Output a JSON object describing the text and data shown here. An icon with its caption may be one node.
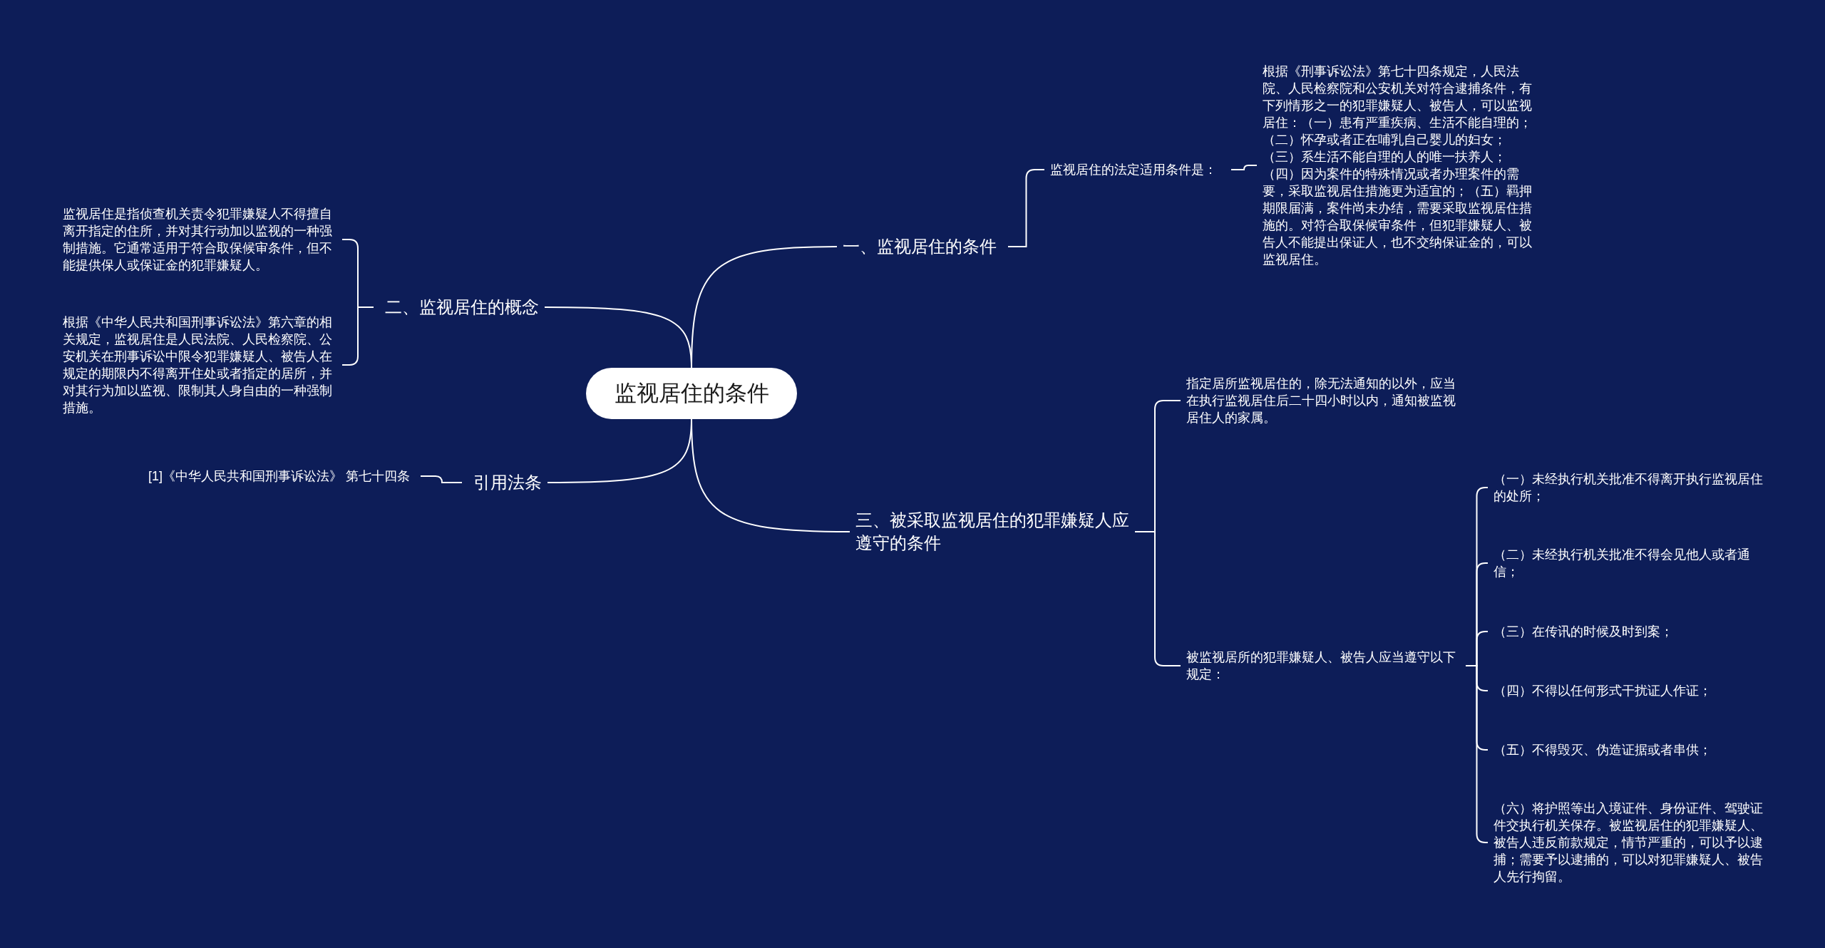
{
  "diagram": {
    "nodes": [
      {
        "text": [
          "监视居住的条件"
        ]
      },
      {
        "text": [
          "一、监视居住的条件"
        ]
      },
      {
        "text": [
          "监视居住的法定适用条件是："
        ]
      },
      {
        "text": [
          "根据《刑事诉讼法》第七十四条规定，人民法院、人民检察院和公安机关对符合逮捕条件，有下列情形之一的犯罪嫌疑人、被告人，可以监视居住：（一）患有严重疾病、生活不能自理的；（二）怀孕或者正在哺乳自己婴儿的妇女；（三）系生活不能自理的人的唯一扶养人；（四）因为案件的特殊情况或者办理案件的需要，采取监视居住措施更为适宜的；（五）羁押期限届满，案件尚未办结，需要采取监视居住措施的。对符合取保候审条件，但犯罪嫌疑人、被告人不能提出保证人，也不交纳保证金的，可以监视居住。"
        ]
      },
      {
        "text": [
          "二、监视居住的概念"
        ]
      },
      {
        "text": [
          "监视居住是指侦查机关责令犯罪嫌疑人不得擅自离开指定的住所，并对其行动加以监视的一种强制措施。它通常适用于符合取保候审条件，但不能提供保人或保证金的犯罪嫌疑人。"
        ]
      },
      {
        "text": [
          "根据《中华人民共和国刑事诉讼法》第六章的相关规定，监视居住是人民法院、人民检察院、公安机关在刑事诉讼中限令犯罪嫌疑人、被告人在规定的期限内不得离开住处或者指定的居所，并对其行为加以监视、限制其人身自由的一种强制措施。"
        ]
      },
      {
        "text": [
          "引用法条"
        ]
      },
      {
        "text": [
          "[1]《中华人民共和国刑事诉讼法》 第七十四条"
        ]
      },
      {
        "text": [
          "三、被采取监视居住的犯罪嫌疑人应遵守的条件"
        ]
      },
      {
        "text": [
          "指定居所监视居住的，除无法通知的以外，应当在执行监视居住后二十四小时以内，通知被监视居住人的家属。"
        ]
      },
      {
        "text": [
          "被监视居所的犯罪嫌疑人、被告人应当遵守以下规定："
        ]
      },
      {
        "text": [
          "（一）未经执行机关批准不得离开执行监视居住的处所；"
        ]
      },
      {
        "text": [
          "（二）未经执行机关批准不得会见他人或者通信；"
        ]
      },
      {
        "text": [
          "（三）在传讯的时候及时到案；"
        ]
      },
      {
        "text": [
          "（四）不得以任何形式干扰证人作证；"
        ]
      },
      {
        "text": [
          "（五）不得毁灭、伪造证据或者串供；"
        ]
      },
      {
        "text": [
          "（六）将护照等出入境证件、身份证件、驾驶证件交执行机关保存。被监视居住的犯罪嫌疑人、被告人违反前款规定，情节严重的，可以予以逮捕；需要予以逮捕的，可以对犯罪嫌疑人、被告人先行拘留。"
        ]
      }
    ],
    "edges": [
      {
        "from": 0,
        "to": 1,
        "arrow": "none"
      },
      {
        "from": 1,
        "to": 2,
        "arrow": "none"
      },
      {
        "from": 2,
        "to": 3,
        "arrow": "none"
      },
      {
        "from": 0,
        "to": 4,
        "arrow": "none"
      },
      {
        "from": 4,
        "to": 5,
        "arrow": "none"
      },
      {
        "from": 4,
        "to": 6,
        "arrow": "none"
      },
      {
        "from": 0,
        "to": 7,
        "arrow": "none"
      },
      {
        "from": 7,
        "to": 8,
        "arrow": "none"
      },
      {
        "from": 0,
        "to": 9,
        "arrow": "none"
      },
      {
        "from": 9,
        "to": 10,
        "arrow": "none"
      },
      {
        "from": 9,
        "to": 11,
        "arrow": "none"
      },
      {
        "from": 11,
        "to": 12,
        "arrow": "none"
      },
      {
        "from": 11,
        "to": 13,
        "arrow": "none"
      },
      {
        "from": 11,
        "to": 14,
        "arrow": "none"
      },
      {
        "from": 11,
        "to": 15,
        "arrow": "none"
      },
      {
        "from": 11,
        "to": 16,
        "arrow": "none"
      },
      {
        "from": 11,
        "to": 17,
        "arrow": "none"
      }
    ]
  }
}
